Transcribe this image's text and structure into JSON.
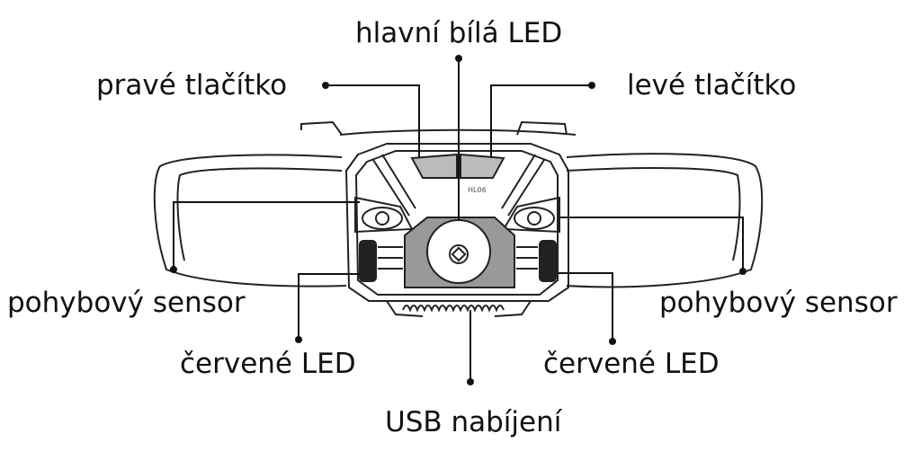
{
  "labels": {
    "main_led": "hlavní bílá LED",
    "right_button": "pravé tlačítko",
    "left_button": "levé tlačítko",
    "motion_sensor_left": "pohybový sensor",
    "motion_sensor_right": "pohybový sensor",
    "red_led_left": "červené LED",
    "red_led_right": "červené LED",
    "usb_charging": "USB nabíjení"
  },
  "device": {
    "model": "HL06"
  }
}
